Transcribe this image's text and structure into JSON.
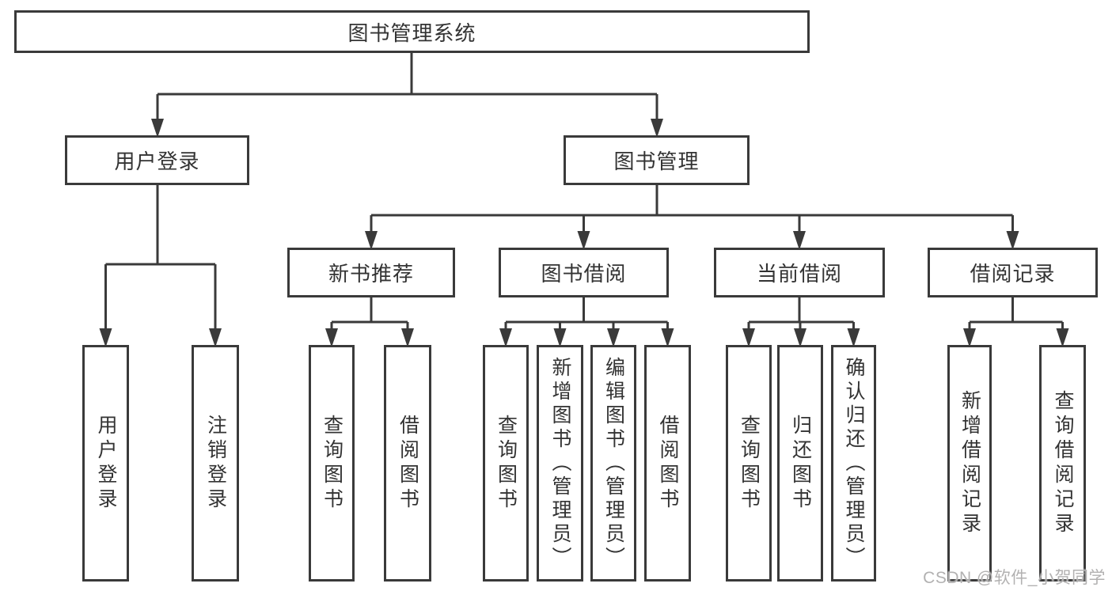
{
  "tree": {
    "root": "图书管理系统",
    "branches": [
      {
        "label": "用户登录",
        "children": [
          {
            "label": "用户登录"
          },
          {
            "label": "注销登录"
          }
        ]
      },
      {
        "label": "图书管理",
        "children": [
          {
            "label": "新书推荐",
            "children": [
              {
                "label": "查询图书"
              },
              {
                "label": "借阅图书"
              }
            ]
          },
          {
            "label": "图书借阅",
            "children": [
              {
                "label": "查询图书"
              },
              {
                "label": "新增图书（管理员）"
              },
              {
                "label": "编辑图书（管理员）"
              },
              {
                "label": "借阅图书"
              }
            ]
          },
          {
            "label": "当前借阅",
            "children": [
              {
                "label": "查询图书"
              },
              {
                "label": "归还图书"
              },
              {
                "label": "确认归还（管理员）"
              }
            ]
          },
          {
            "label": "借阅记录",
            "children": [
              {
                "label": "新增借阅记录"
              },
              {
                "label": "查询借阅记录"
              }
            ]
          }
        ]
      }
    ]
  },
  "watermark": "CSDN @软件_小贺同学",
  "colors": {
    "line": "#3a3a3a",
    "text": "#333333",
    "box_bg": "#ffffff",
    "background": "#ffffff",
    "watermark": "#b2b1b1"
  }
}
